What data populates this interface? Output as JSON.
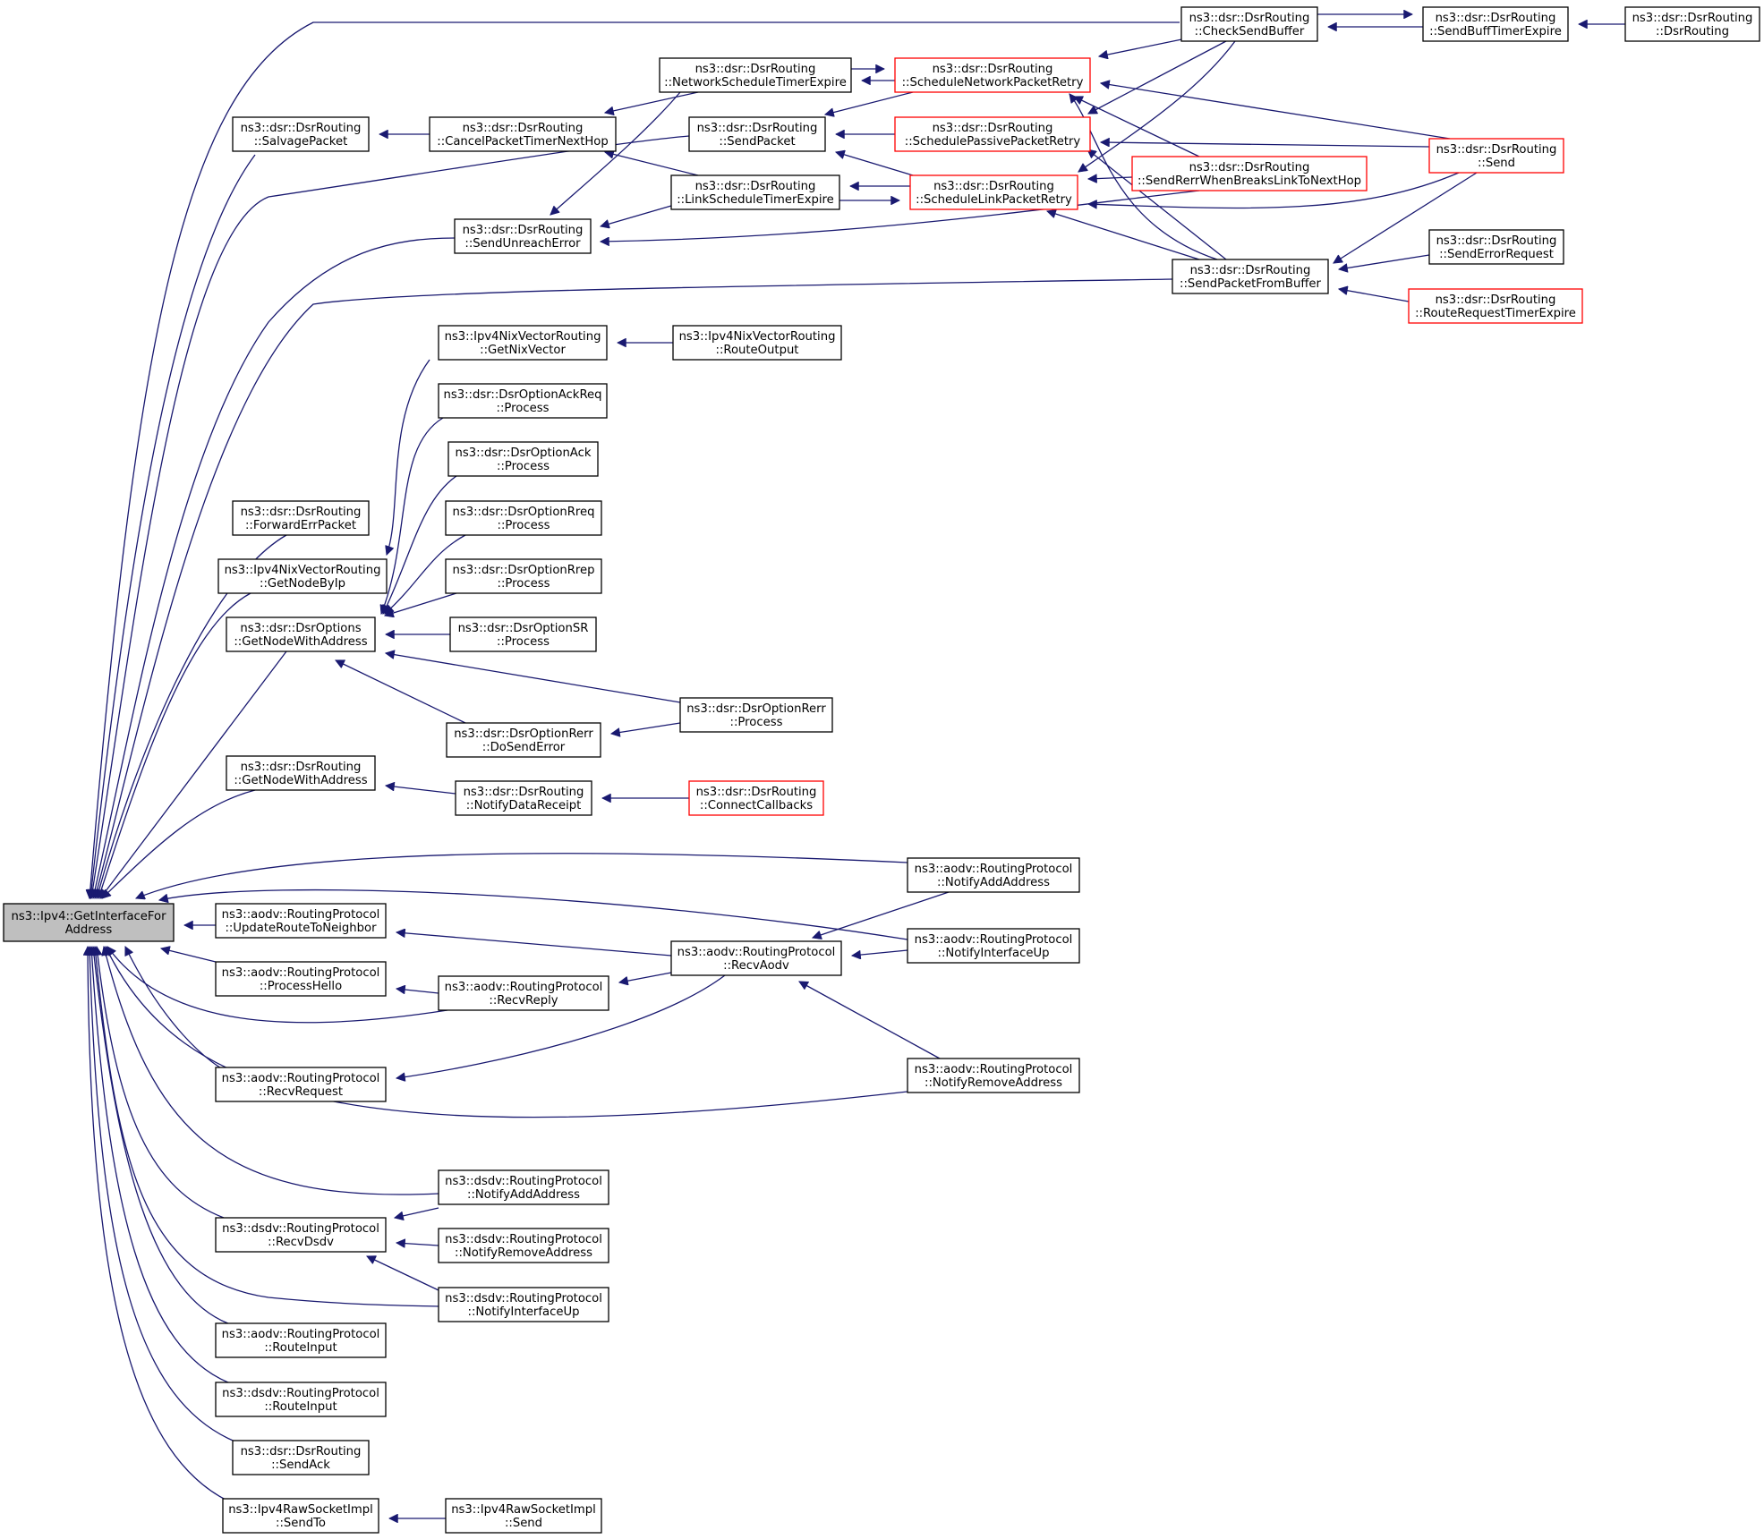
{
  "graph": {
    "colors": {
      "edge": "#191970",
      "node_border": "#000000",
      "node_border_red": "#ff0000",
      "node_fill": "#ffffff",
      "root_fill": "#bfbfbf"
    },
    "root": "n0",
    "nodes": [
      {
        "id": "n0",
        "lines": [
          "ns3::Ipv4::GetInterfaceFor",
          "Address"
        ],
        "highlight": true
      },
      {
        "id": "n1",
        "lines": [
          "ns3::dsr::DsrRouting",
          "::CheckSendBuffer"
        ]
      },
      {
        "id": "n2",
        "lines": [
          "ns3::dsr::DsrRouting",
          "::SendBuffTimerExpire"
        ]
      },
      {
        "id": "n3",
        "lines": [
          "ns3::dsr::DsrRouting",
          "::DsrRouting"
        ]
      },
      {
        "id": "n4",
        "lines": [
          "ns3::dsr::DsrRouting",
          "::SalvagePacket"
        ]
      },
      {
        "id": "n5",
        "lines": [
          "ns3::dsr::DsrRouting",
          "::CancelPacketTimerNextHop"
        ]
      },
      {
        "id": "n6",
        "lines": [
          "ns3::dsr::DsrRouting",
          "::NetworkScheduleTimerExpire"
        ]
      },
      {
        "id": "n7",
        "lines": [
          "ns3::dsr::DsrRouting",
          "::ScheduleNetworkPacketRetry"
        ],
        "red": true
      },
      {
        "id": "n8",
        "lines": [
          "ns3::dsr::DsrRouting",
          "::SendPacket"
        ]
      },
      {
        "id": "n9",
        "lines": [
          "ns3::dsr::DsrRouting",
          "::SchedulePassivePacketRetry"
        ],
        "red": true
      },
      {
        "id": "n10",
        "lines": [
          "ns3::dsr::DsrRouting",
          "::Send"
        ],
        "red": true
      },
      {
        "id": "n11",
        "lines": [
          "ns3::dsr::DsrRouting",
          "::SendRerrWhenBreaksLinkToNextHop"
        ],
        "red": true
      },
      {
        "id": "n12",
        "lines": [
          "ns3::dsr::DsrRouting",
          "::LinkScheduleTimerExpire"
        ]
      },
      {
        "id": "n13",
        "lines": [
          "ns3::dsr::DsrRouting",
          "::ScheduleLinkPacketRetry"
        ],
        "red": true
      },
      {
        "id": "n14",
        "lines": [
          "ns3::dsr::DsrRouting",
          "::SendUnreachError"
        ]
      },
      {
        "id": "n15",
        "lines": [
          "ns3::dsr::DsrRouting",
          "::SendErrorRequest"
        ]
      },
      {
        "id": "n16",
        "lines": [
          "ns3::dsr::DsrRouting",
          "::SendPacketFromBuffer"
        ]
      },
      {
        "id": "n17",
        "lines": [
          "ns3::dsr::DsrRouting",
          "::RouteRequestTimerExpire"
        ],
        "red": true
      },
      {
        "id": "n18",
        "lines": [
          "ns3::Ipv4NixVectorRouting",
          "::GetNixVector"
        ]
      },
      {
        "id": "n19",
        "lines": [
          "ns3::Ipv4NixVectorRouting",
          "::RouteOutput"
        ]
      },
      {
        "id": "n20",
        "lines": [
          "ns3::dsr::DsrOptionAckReq",
          "::Process"
        ]
      },
      {
        "id": "n21",
        "lines": [
          "ns3::dsr::DsrOptionAck",
          "::Process"
        ]
      },
      {
        "id": "n22",
        "lines": [
          "ns3::dsr::DsrRouting",
          "::ForwardErrPacket"
        ]
      },
      {
        "id": "n23",
        "lines": [
          "ns3::dsr::DsrOptionRreq",
          "::Process"
        ]
      },
      {
        "id": "n24",
        "lines": [
          "ns3::Ipv4NixVectorRouting",
          "::GetNodeByIp"
        ]
      },
      {
        "id": "n25",
        "lines": [
          "ns3::dsr::DsrOptionRrep",
          "::Process"
        ]
      },
      {
        "id": "n26",
        "lines": [
          "ns3::dsr::DsrOptions",
          "::GetNodeWithAddress"
        ]
      },
      {
        "id": "n27",
        "lines": [
          "ns3::dsr::DsrOptionSR",
          "::Process"
        ]
      },
      {
        "id": "n28",
        "lines": [
          "ns3::dsr::DsrOptionRerr",
          "::Process"
        ]
      },
      {
        "id": "n29",
        "lines": [
          "ns3::dsr::DsrOptionRerr",
          "::DoSendError"
        ]
      },
      {
        "id": "n30",
        "lines": [
          "ns3::dsr::DsrRouting",
          "::GetNodeWithAddress"
        ]
      },
      {
        "id": "n31",
        "lines": [
          "ns3::dsr::DsrRouting",
          "::NotifyDataReceipt"
        ]
      },
      {
        "id": "n32",
        "lines": [
          "ns3::dsr::DsrRouting",
          "::ConnectCallbacks"
        ],
        "red": true
      },
      {
        "id": "n33",
        "lines": [
          "ns3::aodv::RoutingProtocol",
          "::NotifyAddAddress"
        ]
      },
      {
        "id": "n34",
        "lines": [
          "ns3::aodv::RoutingProtocol",
          "::UpdateRouteToNeighbor"
        ]
      },
      {
        "id": "n35",
        "lines": [
          "ns3::aodv::RoutingProtocol",
          "::NotifyInterfaceUp"
        ]
      },
      {
        "id": "n36",
        "lines": [
          "ns3::aodv::RoutingProtocol",
          "::RecvAodv"
        ]
      },
      {
        "id": "n37",
        "lines": [
          "ns3::aodv::RoutingProtocol",
          "::ProcessHello"
        ]
      },
      {
        "id": "n38",
        "lines": [
          "ns3::aodv::RoutingProtocol",
          "::RecvReply"
        ]
      },
      {
        "id": "n39",
        "lines": [
          "ns3::aodv::RoutingProtocol",
          "::NotifyRemoveAddress"
        ]
      },
      {
        "id": "n40",
        "lines": [
          "ns3::aodv::RoutingProtocol",
          "::RecvRequest"
        ]
      },
      {
        "id": "n41",
        "lines": [
          "ns3::dsdv::RoutingProtocol",
          "::NotifyAddAddress"
        ]
      },
      {
        "id": "n42",
        "lines": [
          "ns3::dsdv::RoutingProtocol",
          "::RecvDsdv"
        ]
      },
      {
        "id": "n43",
        "lines": [
          "ns3::dsdv::RoutingProtocol",
          "::NotifyRemoveAddress"
        ]
      },
      {
        "id": "n44",
        "lines": [
          "ns3::dsdv::RoutingProtocol",
          "::NotifyInterfaceUp"
        ]
      },
      {
        "id": "n45",
        "lines": [
          "ns3::aodv::RoutingProtocol",
          "::RouteInput"
        ]
      },
      {
        "id": "n46",
        "lines": [
          "ns3::dsdv::RoutingProtocol",
          "::RouteInput"
        ]
      },
      {
        "id": "n47",
        "lines": [
          "ns3::dsr::DsrRouting",
          "::SendAck"
        ]
      },
      {
        "id": "n48",
        "lines": [
          "ns3::Ipv4RawSocketImpl",
          "::SendTo"
        ]
      },
      {
        "id": "n49",
        "lines": [
          "ns3::Ipv4RawSocketImpl",
          "::Send"
        ]
      }
    ]
  }
}
